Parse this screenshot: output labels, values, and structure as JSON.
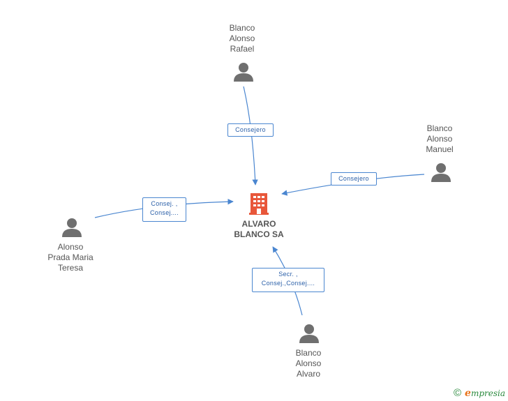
{
  "company": {
    "label": "ALVARO\nBLANCO SA",
    "icon": "building-icon",
    "color": "#e8573a"
  },
  "persons": [
    {
      "id": "rafael",
      "label": "Blanco\nAlonso\nRafael",
      "icon": "person-icon"
    },
    {
      "id": "manuel",
      "label": "Blanco\nAlonso\nManuel",
      "icon": "person-icon"
    },
    {
      "id": "teresa",
      "label": "Alonso\nPrada Maria\nTeresa",
      "icon": "person-icon"
    },
    {
      "id": "alvaro",
      "label": "Blanco\nAlonso\nAlvaro",
      "icon": "person-icon"
    }
  ],
  "edges": [
    {
      "from": "rafael",
      "label": "Consejero"
    },
    {
      "from": "manuel",
      "label": "Consejero"
    },
    {
      "from": "teresa",
      "label": "Consej. ,\nConsej...."
    },
    {
      "from": "alvaro",
      "label": "Secr. ,\nConsej.,Consej...."
    }
  ],
  "colors": {
    "edge": "#4a86d0",
    "person": "#6f6f6f",
    "text": "#555555"
  },
  "footer": {
    "copyright": "©",
    "brand_initial": "e",
    "brand_rest": "mpresia"
  }
}
